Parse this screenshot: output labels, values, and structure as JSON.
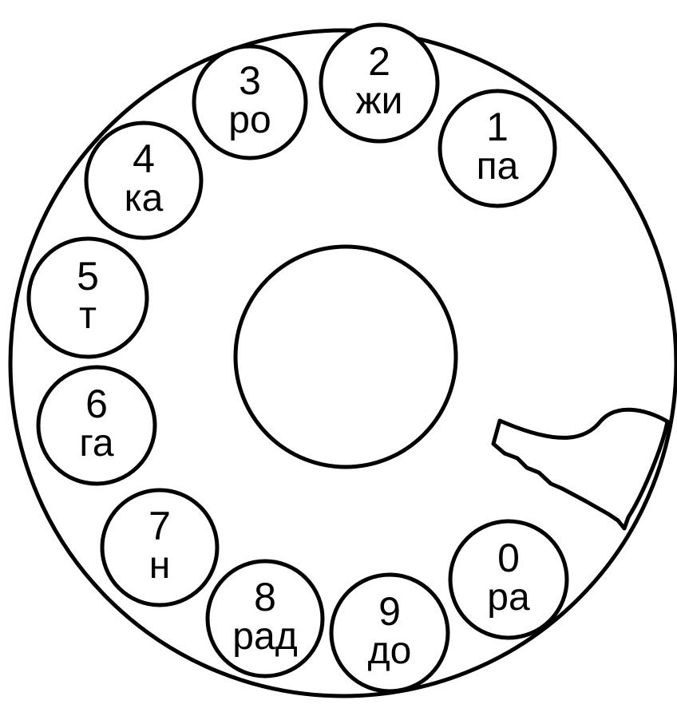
{
  "dial": {
    "holes": [
      {
        "digit": "1",
        "syllable": "па"
      },
      {
        "digit": "2",
        "syllable": "жи"
      },
      {
        "digit": "3",
        "syllable": "ро"
      },
      {
        "digit": "4",
        "syllable": "ка"
      },
      {
        "digit": "5",
        "syllable": "т"
      },
      {
        "digit": "6",
        "syllable": "га"
      },
      {
        "digit": "7",
        "syllable": "н"
      },
      {
        "digit": "8",
        "syllable": "рад"
      },
      {
        "digit": "9",
        "syllable": "до"
      },
      {
        "digit": "0",
        "syllable": "ра"
      }
    ]
  }
}
